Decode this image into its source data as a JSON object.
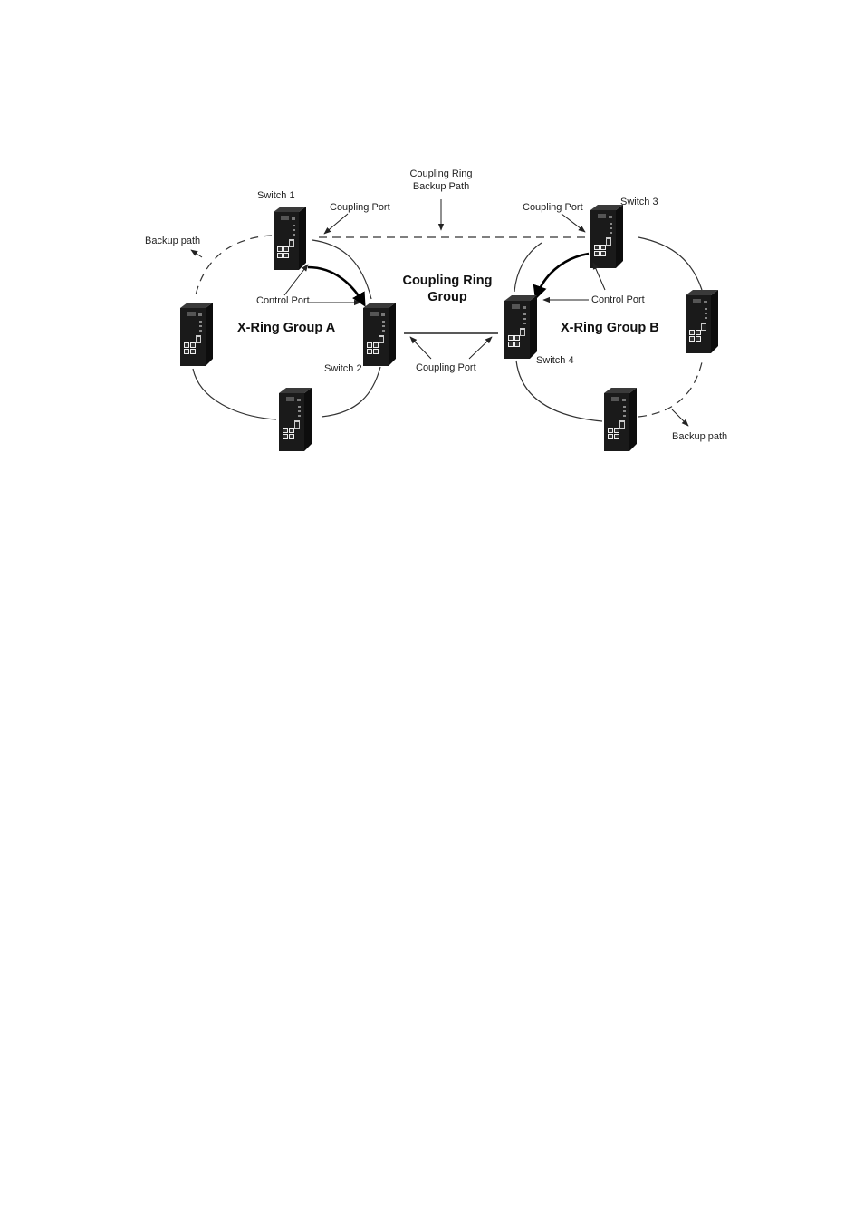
{
  "labels": {
    "switch1": "Switch 1",
    "switch2": "Switch 2",
    "switch3": "Switch 3",
    "switch4": "Switch 4",
    "coupling_port_1": "Coupling Port",
    "coupling_port_3": "Coupling Port",
    "coupling_port_mid": "Coupling Port",
    "coupling_ring_backup_line1": "Coupling Ring",
    "coupling_ring_backup_line2": "Backup Path",
    "coupling_ring_group_line1": "Coupling Ring",
    "coupling_ring_group_line2": "Group",
    "control_port_a": "Control Port",
    "control_port_b": "Control Port",
    "backup_path_a": "Backup path",
    "backup_path_b": "Backup path",
    "group_a": "X-Ring Group A",
    "group_b": "X-Ring Group B"
  },
  "colors": {
    "device_body": "#1a1a1a",
    "device_face": "#2b2b2b",
    "line": "#333333"
  },
  "icons": [
    "industrial-switch-icon"
  ]
}
